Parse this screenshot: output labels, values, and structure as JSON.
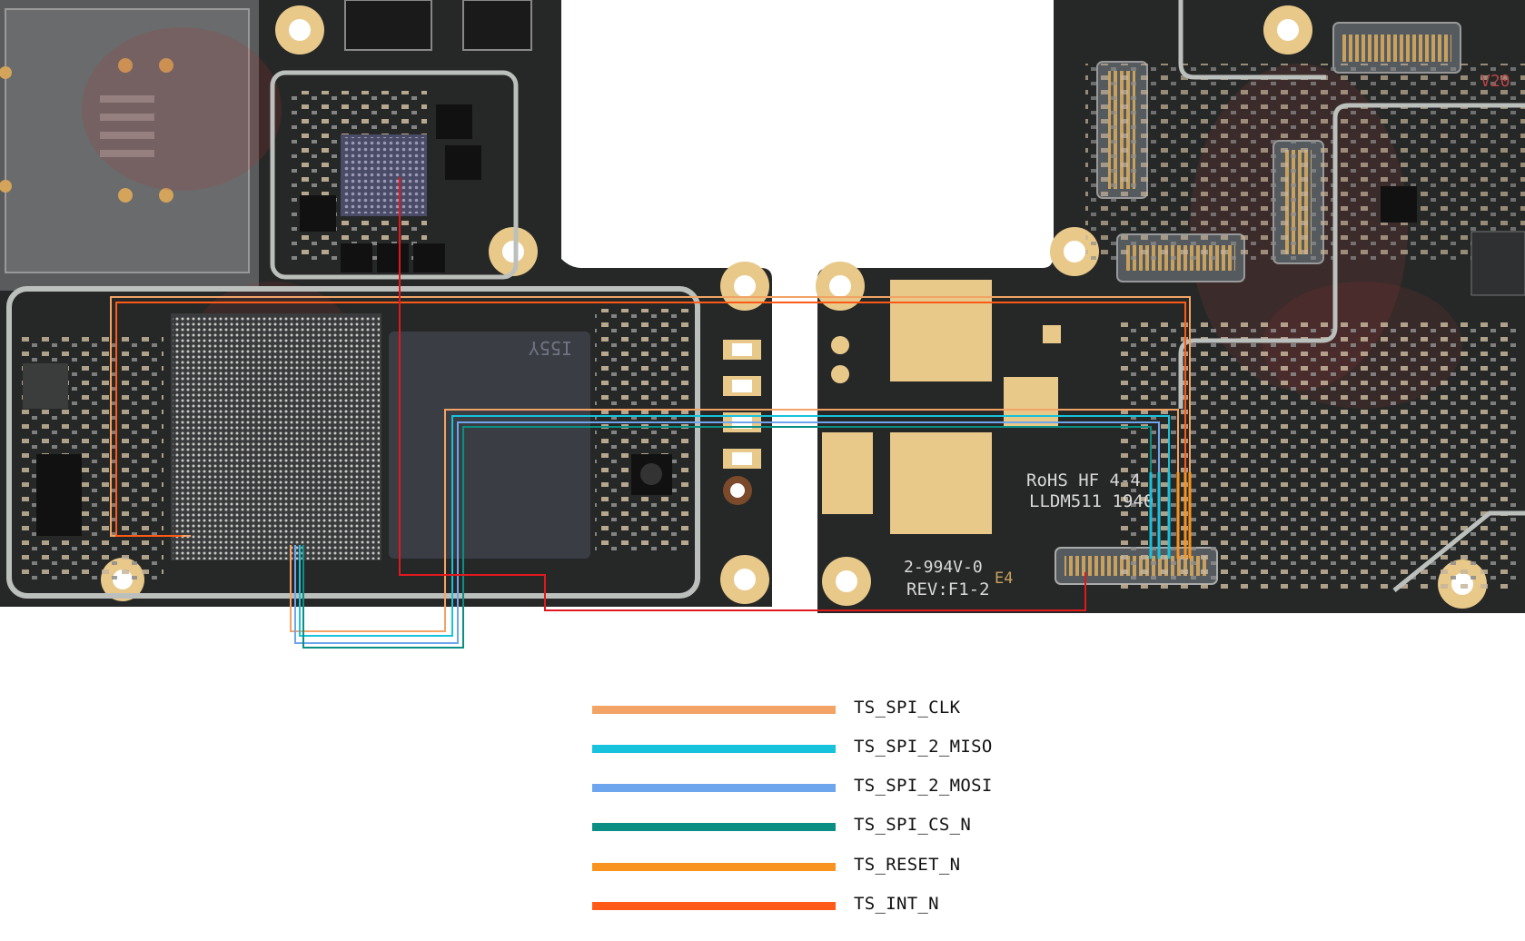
{
  "board": {
    "silkscreen": {
      "rohs": "RoHS HF 4-4",
      "lldm": "LLDM511 1940",
      "pcb_code": "2-994V-0",
      "rev": "REV:F1-2",
      "e4": "E4",
      "v20": "V20",
      "chip_marking": "I55Y"
    },
    "colors": {
      "pcb": "#2a2c2b",
      "pcb_dark": "#1c1e1e",
      "copper_pad": "#e8c98a",
      "shield": "#bcc0bd",
      "chip": "#3a3d44"
    }
  },
  "legend": [
    {
      "label": "TS_SPI_CLK",
      "color": "#f2a365"
    },
    {
      "label": "TS_SPI_2_MISO",
      "color": "#17c2dc"
    },
    {
      "label": "TS_SPI_2_MOSI",
      "color": "#6ea6ee"
    },
    {
      "label": "TS_SPI_CS_N",
      "color": "#0b8f84"
    },
    {
      "label": "TS_RESET_N",
      "color": "#f7931e"
    },
    {
      "label": "TS_INT_N",
      "color": "#ff5a17"
    }
  ],
  "trace_colors": {
    "red_net": "#e0191e"
  }
}
